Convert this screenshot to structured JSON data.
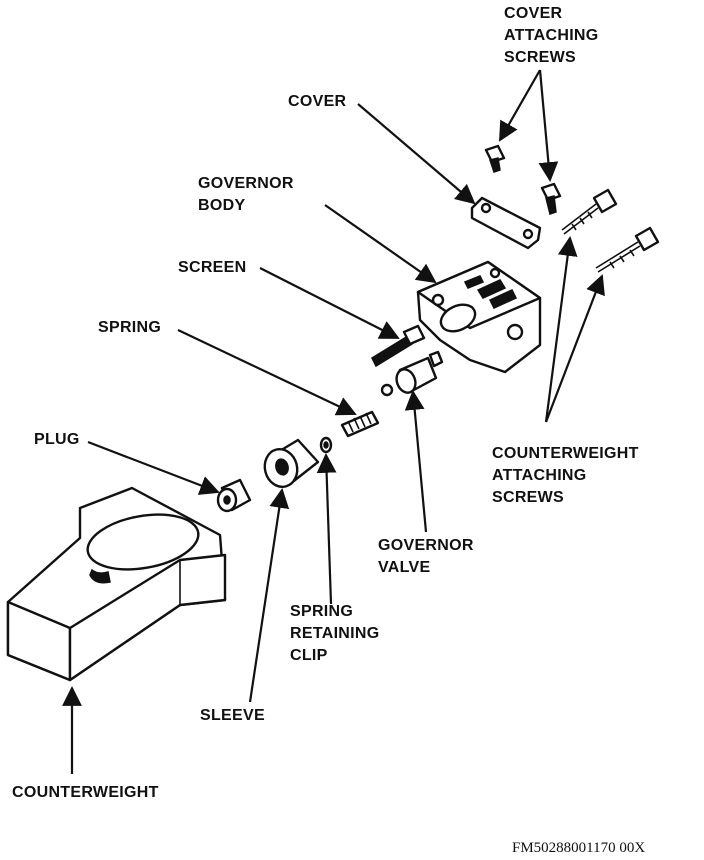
{
  "labels": {
    "cover_attaching_screws": [
      "COVER",
      "ATTACHING",
      "SCREWS"
    ],
    "cover": [
      "COVER"
    ],
    "governor_body": [
      "GOVERNOR",
      "BODY"
    ],
    "screen": [
      "SCREEN"
    ],
    "spring": [
      "SPRING"
    ],
    "plug": [
      "PLUG"
    ],
    "counterweight_attaching_screws": [
      "COUNTERWEIGHT",
      "ATTACHING",
      "SCREWS"
    ],
    "governor_valve": [
      "GOVERNOR",
      "VALVE"
    ],
    "spring_retaining_clip": [
      "SPRING",
      "RETAINING",
      "CLIP"
    ],
    "sleeve": [
      "SLEEVE"
    ],
    "counterweight": [
      "COUNTERWEIGHT"
    ]
  },
  "figure_id": "FM50288001170 00X",
  "colors": {
    "ink": "#111111",
    "paper": "#ffffff"
  }
}
